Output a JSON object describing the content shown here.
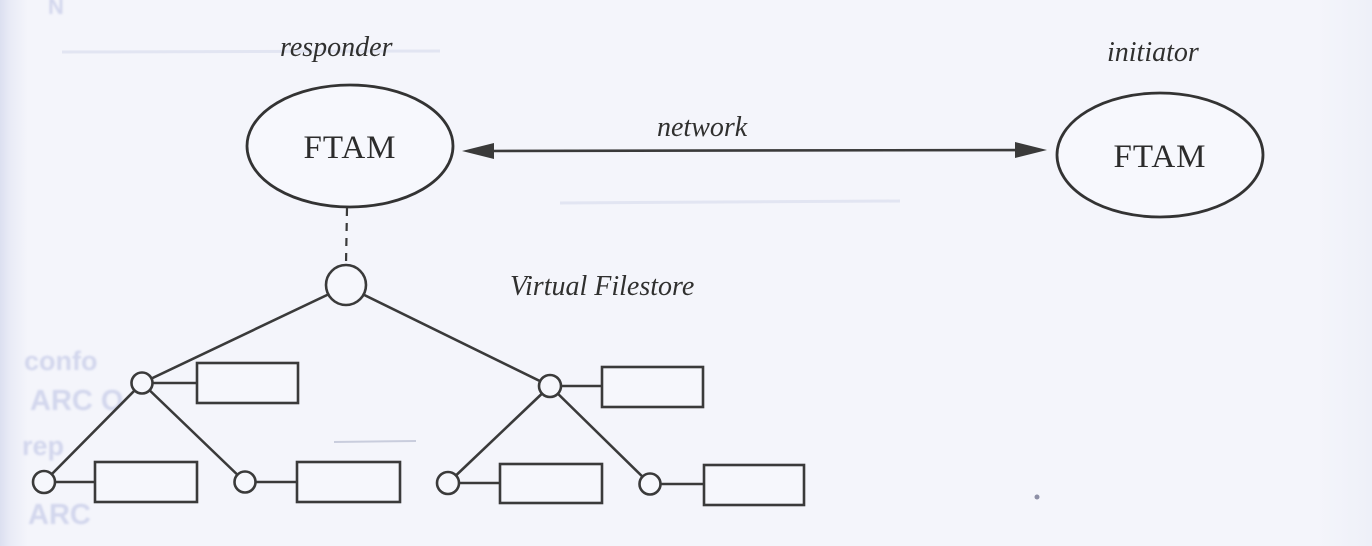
{
  "diagram": {
    "type": "ftam-architecture-figure",
    "labels": {
      "left_role": "responder",
      "right_role": "initiator",
      "link": "network",
      "filestore": "Virtual Filestore",
      "left_entity": "FTAM",
      "right_entity": "FTAM"
    },
    "colors": {
      "ink": "#3a3a3a",
      "paper": "#f4f5fb",
      "ghost_bleed": "#c7cce8"
    },
    "ghost_fragments": {
      "top_edge": "N",
      "frag1": "confo",
      "frag2": "ARC O",
      "frag3": "rep",
      "frag4": "ARC"
    }
  }
}
